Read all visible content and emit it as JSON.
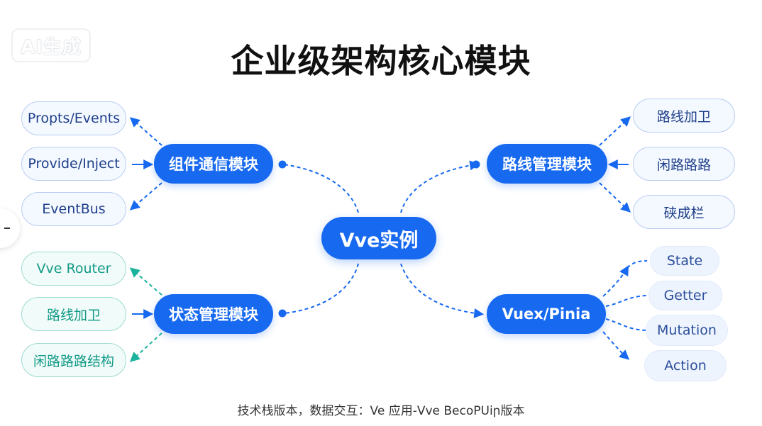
{
  "watermark": "AI生成",
  "title": "企业级架构核心模块",
  "center": "Vve实例",
  "modules": {
    "component_comm": {
      "label": "组件通信模块",
      "items": [
        "Propts/Events",
        "Provide/Inject",
        "EventBus"
      ]
    },
    "state_mgmt": {
      "label": "状态管理模块",
      "items": [
        "Vve Router",
        "路线加卫",
        "闲路路路结构"
      ]
    },
    "route_mgmt": {
      "label": "路线管理模块",
      "items": [
        "路线加卫",
        "闲路路路",
        "硖成栏"
      ]
    },
    "vuex": {
      "label": "Vuex/Pinia",
      "items": [
        "State",
        "Getter",
        "Mutation",
        "Action"
      ]
    }
  },
  "footer": "技术栈版本，数据交互：Ve 应用-Vve BecoPUiր版本",
  "colors": {
    "primary": "#1769f0",
    "teal": "#1bb39c",
    "leaf_border": "#b9cdf2"
  }
}
